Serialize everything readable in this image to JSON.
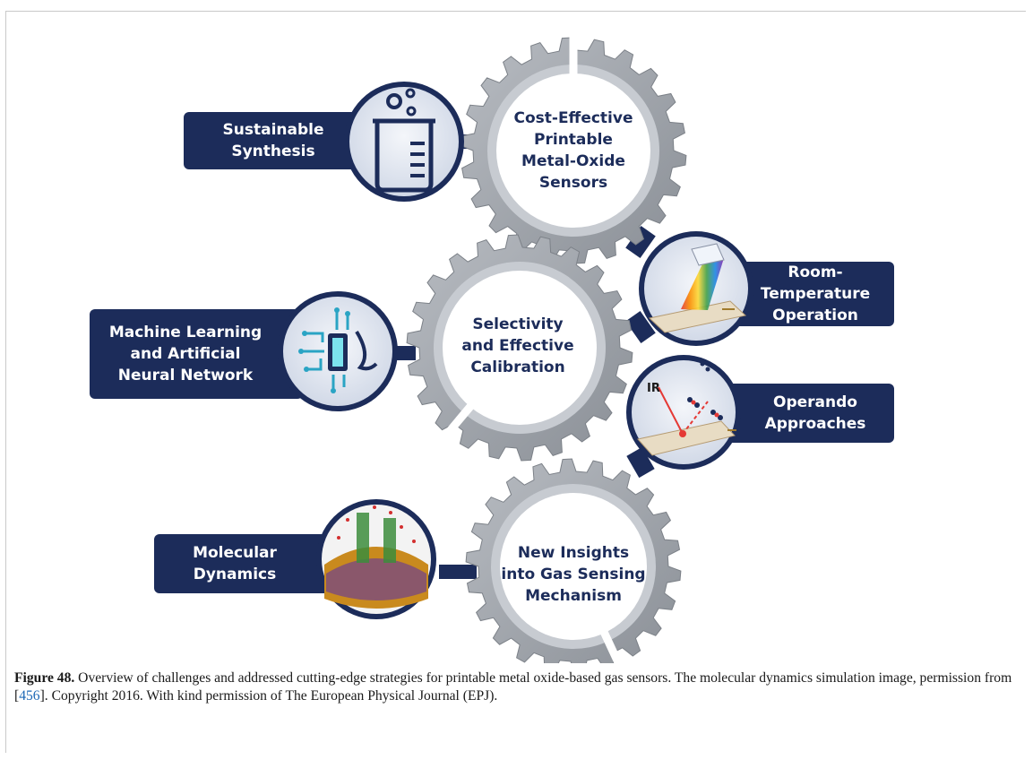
{
  "figure": {
    "gears": [
      {
        "text": "Cost-Effective\nPrintable\nMetal-Oxide\nSensors"
      },
      {
        "text": "Selectivity\nand Effective\nCalibration"
      },
      {
        "text": "New Insights\ninto Gas Sensing\nMechanism"
      }
    ],
    "labels": [
      {
        "text": "Sustainable\nSynthesis"
      },
      {
        "text": "Room-Temperature\nOperation"
      },
      {
        "text": "Machine Learning\nand Artificial\nNeural Network"
      },
      {
        "text": "Operando\nApproaches"
      },
      {
        "text": "Molecular\nDynamics"
      }
    ],
    "ir_label": "IR",
    "colors": {
      "navy": "#1c2c5a",
      "gear": "#9ea3aa",
      "gear_dark": "#7c8188",
      "circle_fill": "#dde3ee"
    }
  },
  "caption": {
    "label": "Figure 48.",
    "text_1": " Overview of challenges and addressed cutting-edge strategies for printable metal oxide-based gas sensors. The molecular dynamics simulation image, permission from [",
    "ref": "456",
    "text_2": "]. Copyright 2016. With kind permission of The European Physical Journal (EPJ)."
  }
}
